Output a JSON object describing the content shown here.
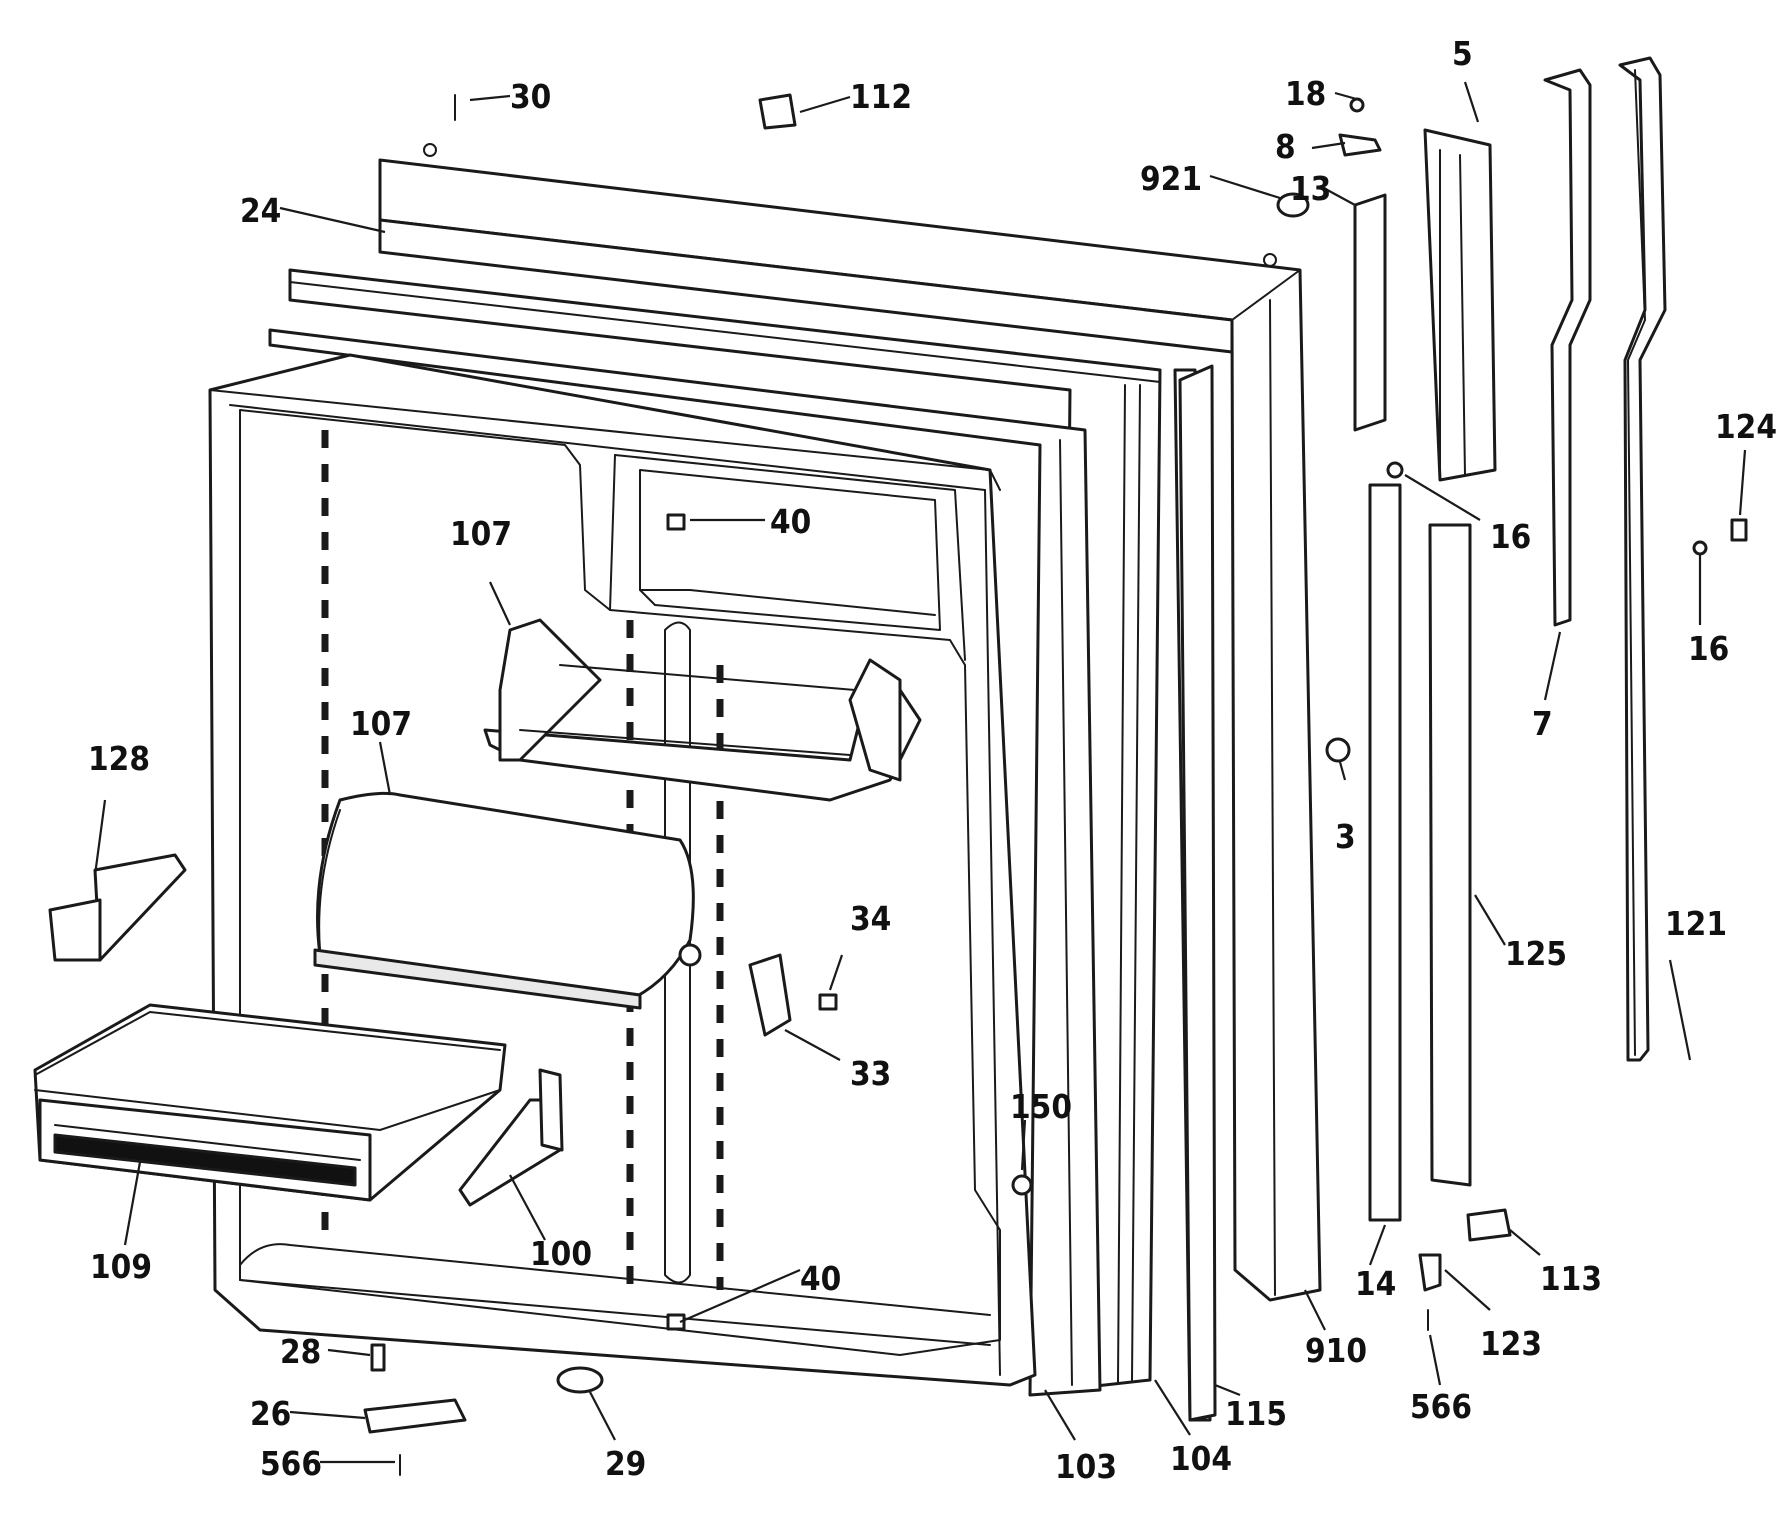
{
  "diagram": {
    "part_numbers": [
      "3",
      "5",
      "7",
      "8",
      "13",
      "14",
      "16",
      "18",
      "24",
      "26",
      "28",
      "29",
      "30",
      "33",
      "34",
      "40",
      "100",
      "103",
      "104",
      "107",
      "109",
      "112",
      "113",
      "115",
      "121",
      "123",
      "124",
      "125",
      "128",
      "150",
      "566",
      "910",
      "921"
    ],
    "labels": [
      {
        "id": "l30",
        "text": "30"
      },
      {
        "id": "l112",
        "text": "112"
      },
      {
        "id": "l18",
        "text": "18"
      },
      {
        "id": "l5",
        "text": "5"
      },
      {
        "id": "l8",
        "text": "8"
      },
      {
        "id": "l921",
        "text": "921"
      },
      {
        "id": "l13",
        "text": "13"
      },
      {
        "id": "l24",
        "text": "24"
      },
      {
        "id": "l124",
        "text": "124"
      },
      {
        "id": "l16a",
        "text": "16"
      },
      {
        "id": "l16b",
        "text": "16"
      },
      {
        "id": "l40a",
        "text": "40"
      },
      {
        "id": "l107a",
        "text": "107"
      },
      {
        "id": "l107b",
        "text": "107"
      },
      {
        "id": "l7",
        "text": "7"
      },
      {
        "id": "l128",
        "text": "128"
      },
      {
        "id": "l3",
        "text": "3"
      },
      {
        "id": "l34",
        "text": "34"
      },
      {
        "id": "l121",
        "text": "121"
      },
      {
        "id": "l125",
        "text": "125"
      },
      {
        "id": "l33",
        "text": "33"
      },
      {
        "id": "l150",
        "text": "150"
      },
      {
        "id": "l109",
        "text": "109"
      },
      {
        "id": "l100",
        "text": "100"
      },
      {
        "id": "l40b",
        "text": "40"
      },
      {
        "id": "l113",
        "text": "113"
      },
      {
        "id": "l14",
        "text": "14"
      },
      {
        "id": "l28",
        "text": "28"
      },
      {
        "id": "l123",
        "text": "123"
      },
      {
        "id": "l910",
        "text": "910"
      },
      {
        "id": "l26",
        "text": "26"
      },
      {
        "id": "l115",
        "text": "115"
      },
      {
        "id": "l566a",
        "text": "566"
      },
      {
        "id": "l566b",
        "text": "566"
      },
      {
        "id": "l29",
        "text": "29"
      },
      {
        "id": "l104",
        "text": "104"
      },
      {
        "id": "l103",
        "text": "103"
      }
    ]
  }
}
